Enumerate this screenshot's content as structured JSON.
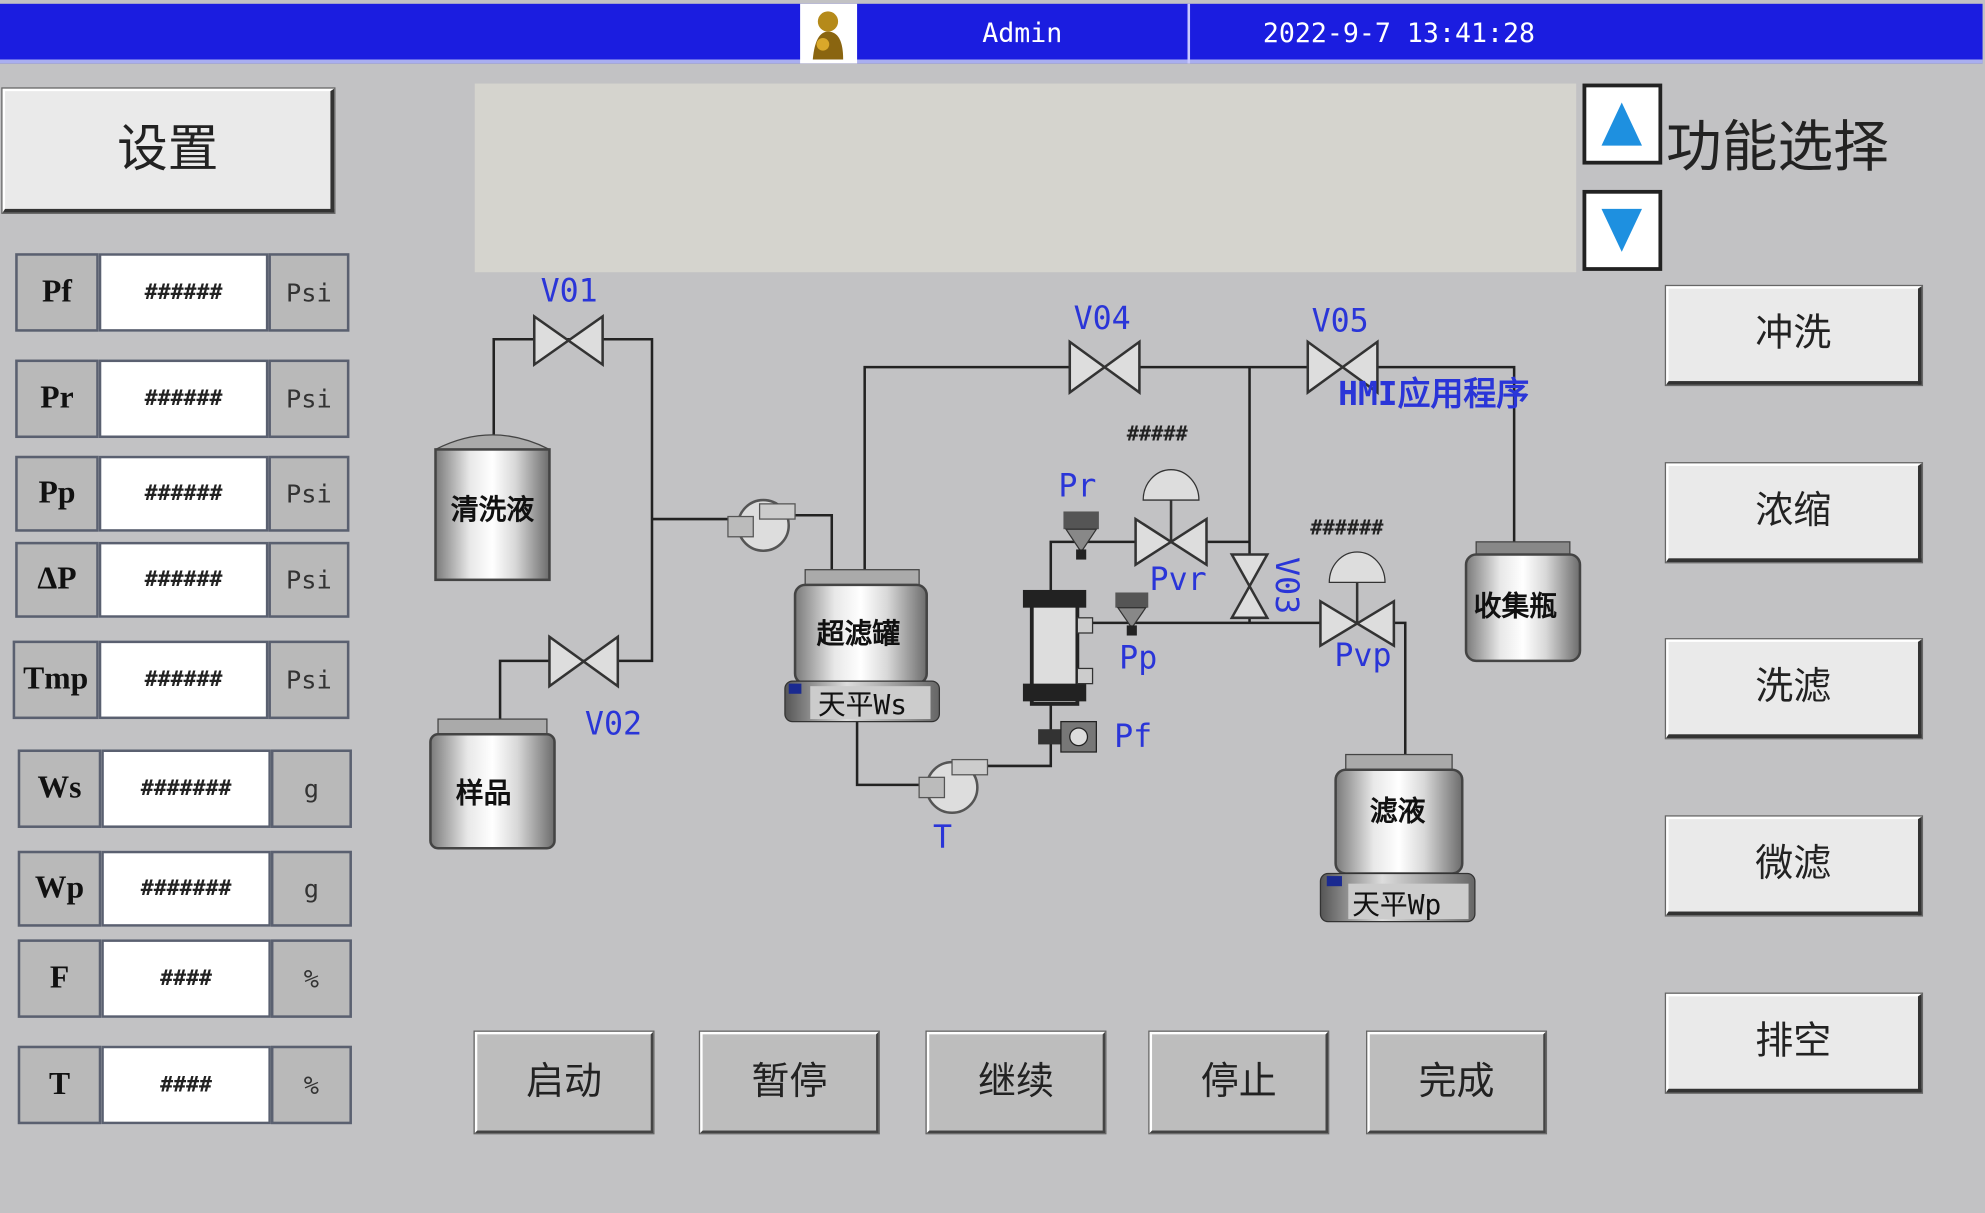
{
  "header": {
    "user": "Admin",
    "datetime": "2022-9-7 13:41:28"
  },
  "settings_label": "设置",
  "function_select_title": "功能选择",
  "readouts": [
    {
      "label": "Pf",
      "value": "######",
      "unit": "Psi"
    },
    {
      "label": "Pr",
      "value": "######",
      "unit": "Psi"
    },
    {
      "label": "Pp",
      "value": "######",
      "unit": "Psi"
    },
    {
      "label": "ΔP",
      "value": "######",
      "unit": "Psi"
    },
    {
      "label": "Tmp",
      "value": "######",
      "unit": "Psi"
    },
    {
      "label": "Ws",
      "value": "#######",
      "unit": "g"
    },
    {
      "label": "Wp",
      "value": "#######",
      "unit": "g"
    },
    {
      "label": "F",
      "value": "####",
      "unit": "%"
    },
    {
      "label": "T",
      "value": "####",
      "unit": "%"
    }
  ],
  "modes": [
    "冲洗",
    "浓缩",
    "洗滤",
    "微滤",
    "排空"
  ],
  "controls": [
    "启动",
    "暂停",
    "继续",
    "停止",
    "完成"
  ],
  "diagram": {
    "valves": {
      "v01": "V01",
      "v02": "V02",
      "v03": "V03",
      "v04": "V04",
      "v05": "V05",
      "pvr": "Pvr",
      "pvp": "Pvp"
    },
    "sensors": {
      "pr": "Pr",
      "pp": "Pp",
      "pf": "Pf",
      "t": "T"
    },
    "tanks": {
      "cleaning": "清洗液",
      "sample": "样品",
      "uf": "超滤罐",
      "collect": "收集瓶",
      "filtrate": "滤液"
    },
    "balances": {
      "ws": "天平Ws",
      "wp": "天平Wp"
    },
    "pvr_value": "#####",
    "pvp_value": "######",
    "app_label": "HMI应用程序"
  },
  "colors": {
    "header": "#1b1de0",
    "label_blue": "#2a35d8",
    "arrow": "#1e90e0"
  }
}
